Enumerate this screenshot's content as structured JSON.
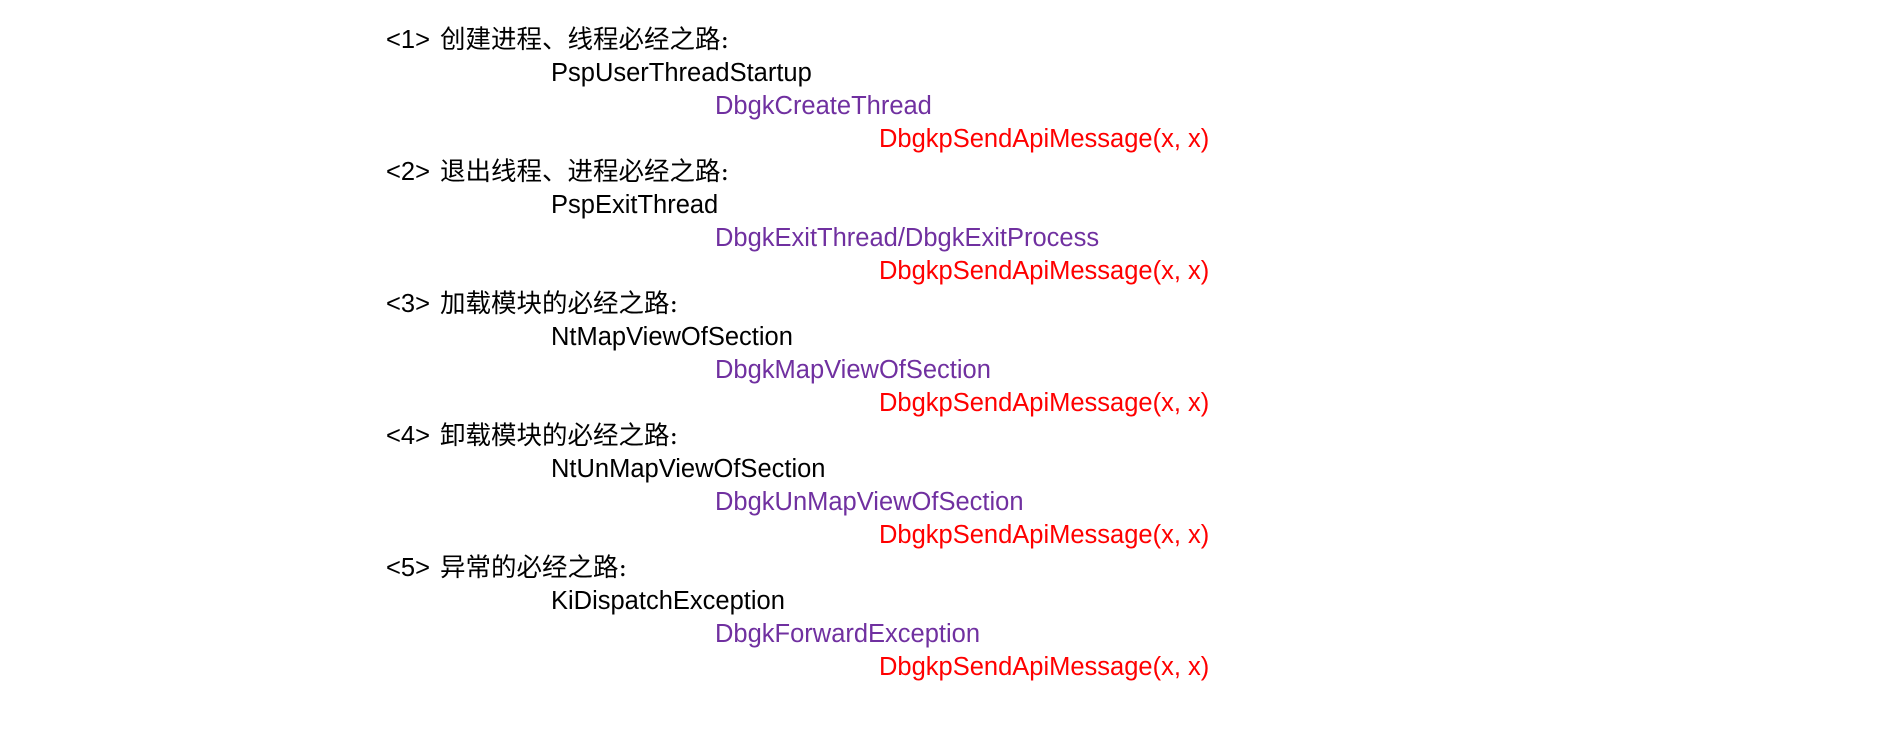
{
  "colors": {
    "heading": "#000000",
    "level1": "#000000",
    "level2": "#7030A0",
    "level3": "#FF0000"
  },
  "sections": [
    {
      "number": "<1>",
      "title": "创建进程、线程必经之路:",
      "level1": "PspUserThreadStartup",
      "level2": "DbgkCreateThread",
      "level3": "DbgkpSendApiMessage(x, x)"
    },
    {
      "number": "<2>",
      "title": "退出线程、进程必经之路:",
      "level1": "PspExitThread",
      "level2": "DbgkExitThread/DbgkExitProcess",
      "level3": "DbgkpSendApiMessage(x, x)"
    },
    {
      "number": "<3>",
      "title": "加载模块的必经之路:",
      "level1": "NtMapViewOfSection",
      "level2": "DbgkMapViewOfSection",
      "level3": "DbgkpSendApiMessage(x, x)"
    },
    {
      "number": "<4>",
      "title": "卸载模块的必经之路:",
      "level1": "NtUnMapViewOfSection",
      "level2": "DbgkUnMapViewOfSection",
      "level3": "DbgkpSendApiMessage(x, x)"
    },
    {
      "number": "<5>",
      "title": "异常的必经之路:",
      "level1": "KiDispatchException",
      "level2": "DbgkForwardException",
      "level3": "DbgkpSendApiMessage(x, x)"
    }
  ]
}
